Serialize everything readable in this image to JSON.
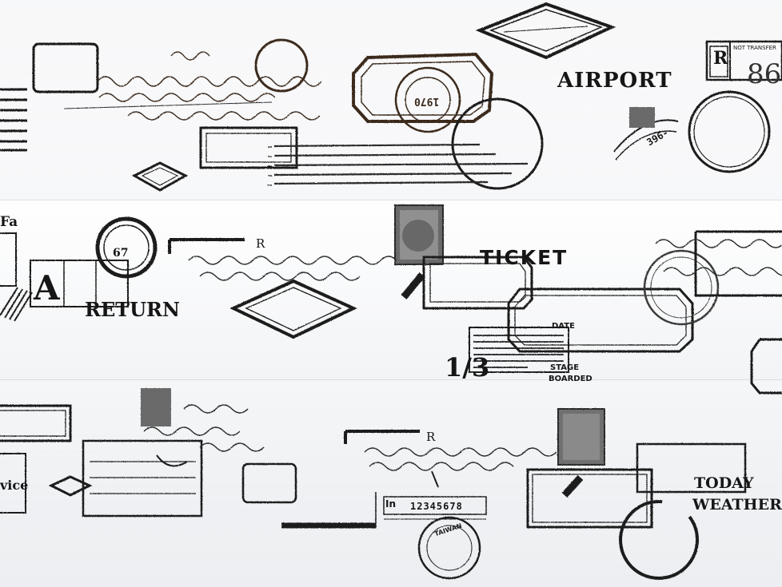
{
  "stamps": {
    "airport": "AIRPORT",
    "ticket": "TICKET",
    "return": "RETURN",
    "today": "TODAY",
    "weather": "WEATHER",
    "fraction": "1/3",
    "date": "DATE",
    "stage": "STAGE",
    "boarded": "BOARDED",
    "num_67": "67",
    "letter_a": "A",
    "letter_r1": "R",
    "letter_r2": "R",
    "letter_r3": "R",
    "fa": "Fa",
    "vice": "vice",
    "in_label": "In",
    "numbers": "12345678",
    "year": "1970",
    "reg_number": "86",
    "not_transferable": "NOT TRANSFER",
    "postmark_code": "396-",
    "taiwan": "TAIWAN"
  },
  "colors": {
    "ink": "#161616",
    "sepia": "#3a2a1e",
    "stamp_gray": "#5a5a5a"
  }
}
